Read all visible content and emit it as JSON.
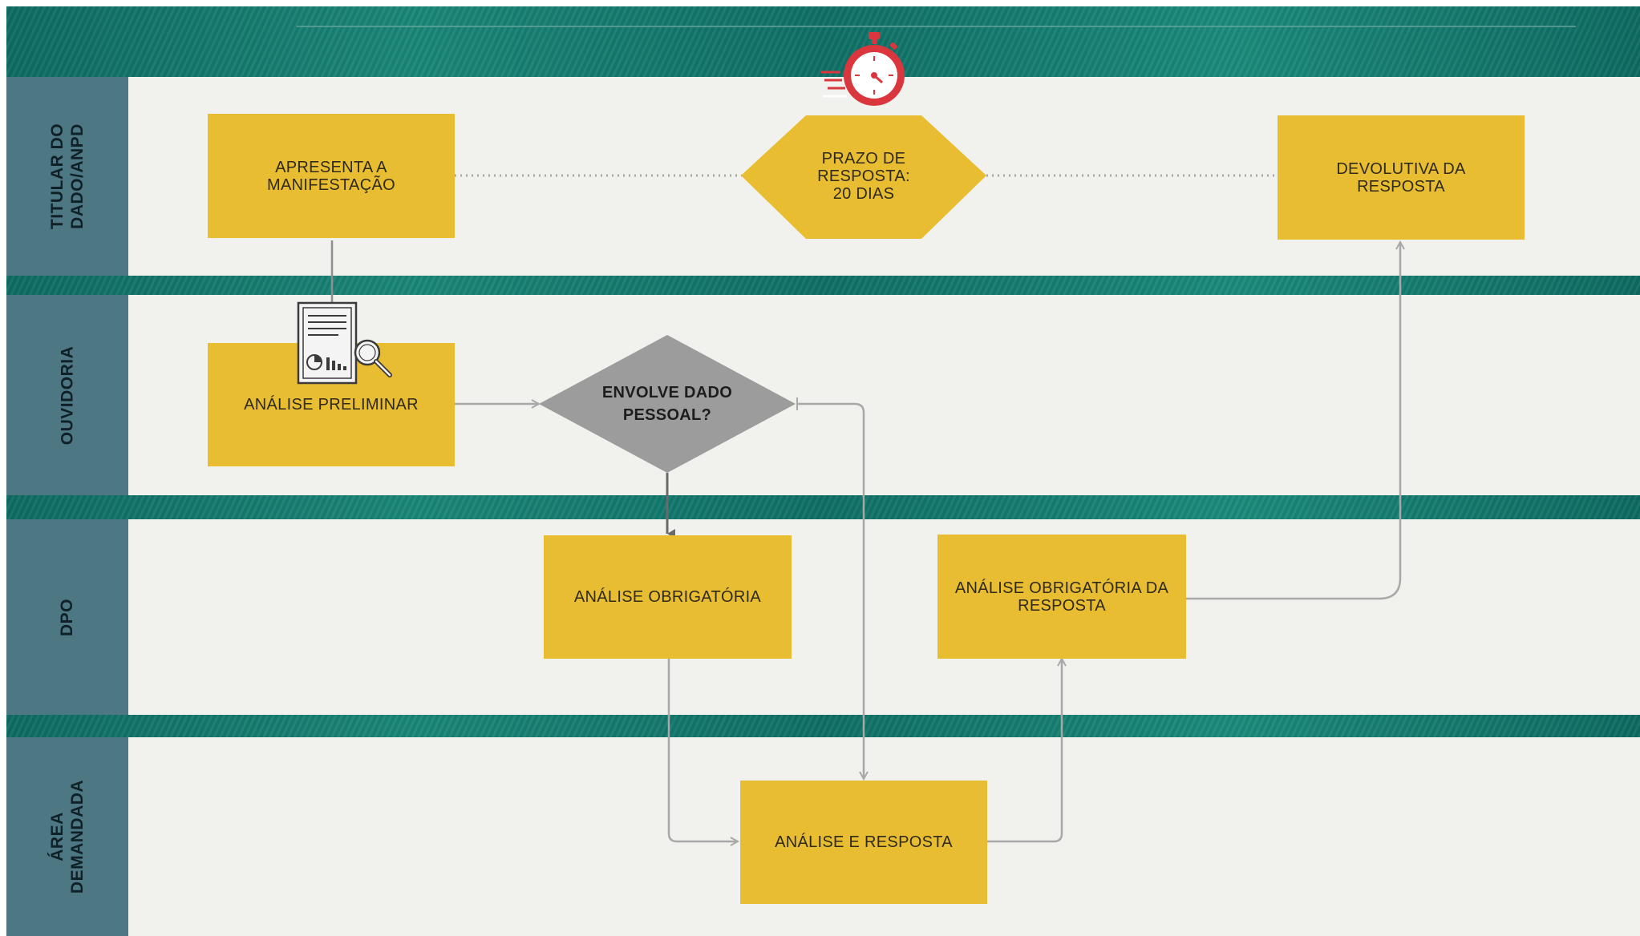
{
  "diagram": {
    "lanes": [
      {
        "id": "titular",
        "label": "TITULAR DO\nDADO/ANPD"
      },
      {
        "id": "ouvidoria",
        "label": "OUVIDORIA"
      },
      {
        "id": "dpo",
        "label": "DPO"
      },
      {
        "id": "area",
        "label": "ÁREA DEMANDADA"
      }
    ],
    "nodes": {
      "apresenta": "APRESENTA A\nMANIFESTAÇÃO",
      "prazo": "PRAZO DE\nRESPOSTA:\n20 DIAS",
      "devolutiva": "DEVOLUTIVA DA\nRESPOSTA",
      "analise_preliminar": "ANÁLISE PRELIMINAR",
      "envolve": "ENVOLVE DADO\nPESSOAL?",
      "analise_obrigatoria": "ANÁLISE OBRIGATÓRIA",
      "analise_obrigatoria_resposta": "ANÁLISE OBRIGATÓRIA DA\nRESPOSTA",
      "analise_resposta": "ANÁLISE E RESPOSTA"
    },
    "icons": {
      "timer": "stopwatch-icon",
      "report": "document-search-icon"
    },
    "colors": {
      "box": "#e9bd31",
      "decision": "#9c9c9c",
      "lane_label": "#4d7883",
      "lane_body": "#f1f1ee",
      "band": "#0f6f66",
      "connector": "#a8a8a8",
      "timer": "#d9363e"
    }
  }
}
